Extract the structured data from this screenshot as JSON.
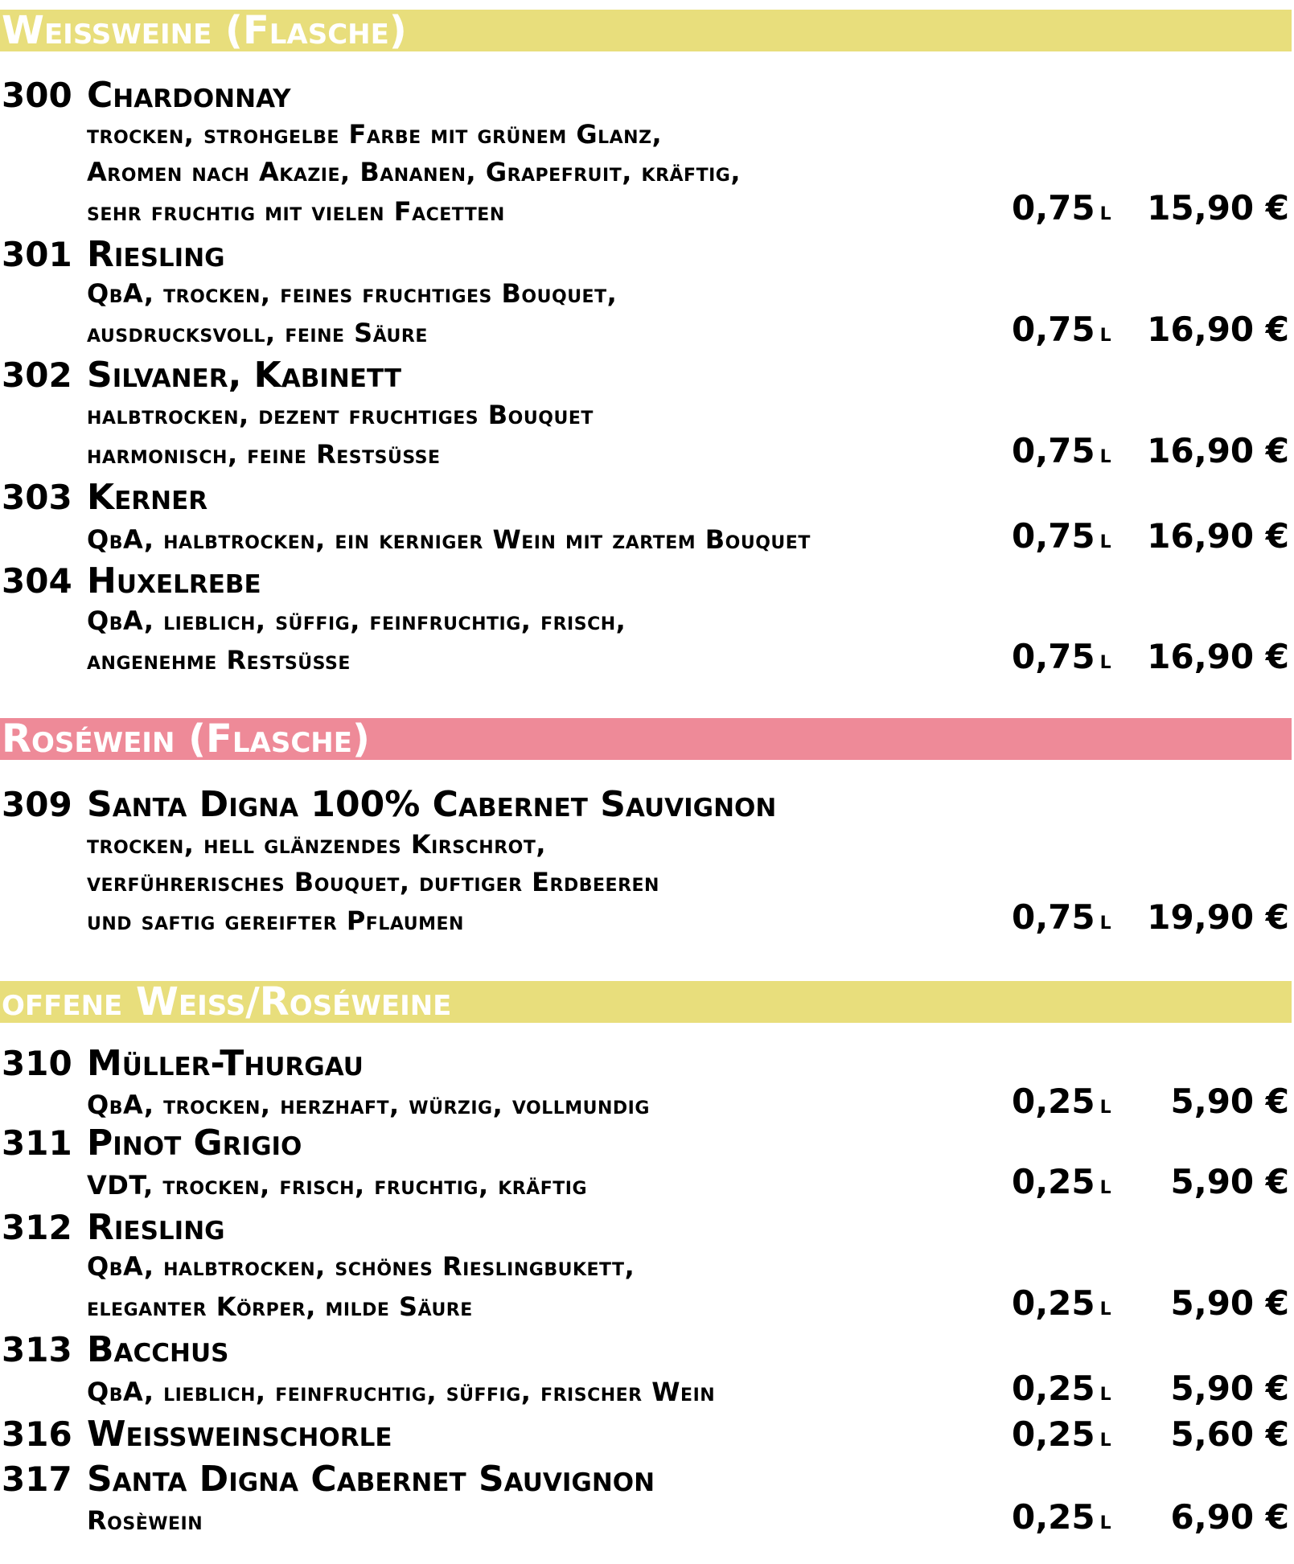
{
  "colors": {
    "yellow": "#e8de7c",
    "pink": "#ee8a98"
  },
  "sections": [
    {
      "title": "Weissweine (Flasche)",
      "items": [
        {
          "num": "300",
          "name": "Chardonnay",
          "desc": [
            "trocken, strohgelbe Farbe mit grünem Glanz,",
            "Aromen nach Akazie, Bananen, Grapefruit, kräftig,",
            "sehr fruchtig mit vielen Facetten"
          ],
          "volume": "0,75",
          "unit": "l",
          "price": "15,90 €"
        },
        {
          "num": "301",
          "name": "Riesling",
          "desc": [
            "QbA, trocken, feines fruchtiges Bouquet,",
            "ausdrucksvoll, feine Säure"
          ],
          "volume": "0,75",
          "unit": "l",
          "price": "16,90 €"
        },
        {
          "num": "302",
          "name": "Silvaner, Kabinett",
          "desc": [
            "halbtrocken, dezent fruchtiges Bouquet",
            "harmonisch, feine Restsüsse"
          ],
          "volume": "0,75",
          "unit": "l",
          "price": "16,90 €"
        },
        {
          "num": "303",
          "name": "Kerner",
          "desc": [
            "QbA, halbtrocken, ein kerniger Wein mit zartem Bouquet"
          ],
          "volume": "0,75",
          "unit": "l",
          "price": "16,90 €"
        },
        {
          "num": "304",
          "name": "Huxelrebe",
          "desc": [
            "QbA, lieblich, süffig, feinfruchtig, frisch,",
            "angenehme Restsüsse"
          ],
          "volume": "0,75",
          "unit": "l",
          "price": "16,90 €"
        }
      ]
    },
    {
      "title": "Roséwein (Flasche)",
      "items": [
        {
          "num": "309",
          "name": "Santa Digna 100% Cabernet Sauvignon",
          "desc": [
            "trocken, hell glänzendes Kirschrot,",
            "verführerisches Bouquet, duftiger Erdbeeren",
            "und saftig gereifter Pflaumen"
          ],
          "volume": "0,75",
          "unit": "l",
          "price": "19,90 €"
        }
      ]
    },
    {
      "title": "offene Weiss/Roséweine",
      "items": [
        {
          "num": "310",
          "name": "Müller-Thurgau",
          "desc": [
            "QbA, trocken, herzhaft, würzig, vollmundig"
          ],
          "volume": "0,25",
          "unit": "l",
          "price": "5,90 €"
        },
        {
          "num": "311",
          "name": "Pinot Grigio",
          "desc": [
            "VDT, trocken, frisch, fruchtig, kräftig"
          ],
          "volume": "0,25",
          "unit": "l",
          "price": "5,90 €"
        },
        {
          "num": "312",
          "name": "Riesling",
          "desc": [
            "QbA, halbtrocken, schönes Rieslingbukett,",
            "eleganter Körper, milde Säure"
          ],
          "volume": "0,25",
          "unit": "l",
          "price": "5,90 €"
        },
        {
          "num": "313",
          "name": "Bacchus",
          "desc": [
            "QbA, lieblich, feinfruchtig, süffig, frischer Wein"
          ],
          "volume": "0,25",
          "unit": "l",
          "price": "5,90 €"
        },
        {
          "num": "316",
          "name": "Weissweinschorle",
          "desc": [],
          "volume": "0,25",
          "unit": "l",
          "price": "5,60 €"
        },
        {
          "num": "317",
          "name": "Santa Digna Cabernet Sauvignon",
          "desc": [
            "Rosèwein"
          ],
          "volume": "0,25",
          "unit": "l",
          "price": "6,90 €"
        }
      ]
    }
  ]
}
